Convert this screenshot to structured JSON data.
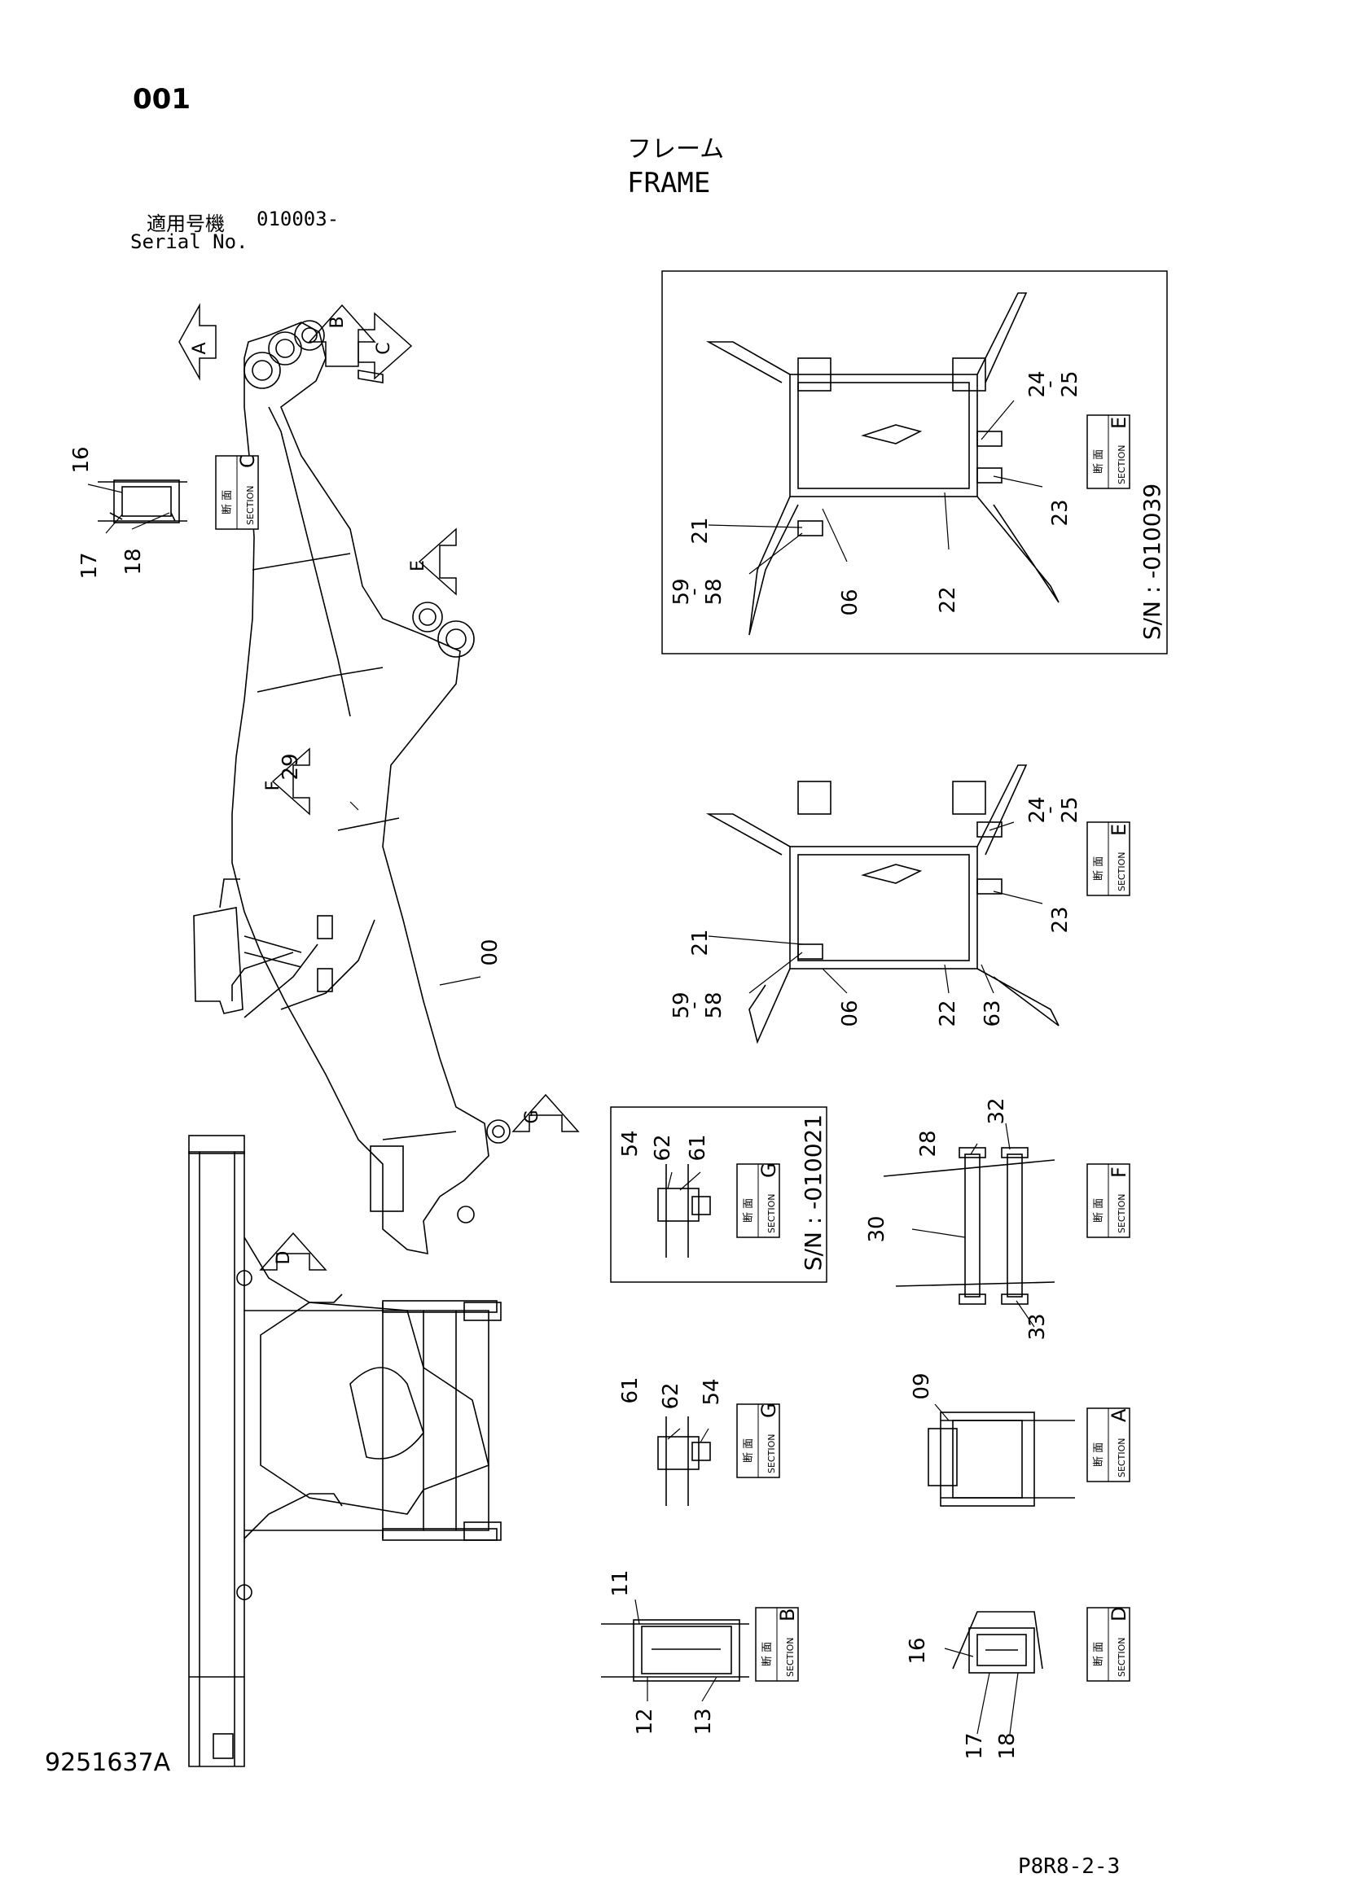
{
  "header": {
    "page_number": "001",
    "title_jp": "フレーム",
    "title_en": "FRAME",
    "serial_label_jp": "適用号機",
    "serial_value": "010003-",
    "serial_label_en": "Serial No."
  },
  "footer": {
    "drawing_number": "9251637A",
    "page_code": "P8R8-2-3"
  },
  "section_tag": {
    "jp": "断 面",
    "en": "SECTION"
  },
  "view_arrows": {
    "a": "A",
    "b": "B",
    "c": "C",
    "d": "D",
    "e": "E",
    "f": "F",
    "g": "G"
  },
  "main_labels": {
    "frame": "00",
    "bracket": "29"
  },
  "section_c": {
    "letter": "C",
    "callouts": [
      "16",
      "17",
      "18"
    ]
  },
  "section_e1": {
    "letter": "E",
    "serial_note": "S/N : -010039",
    "callouts": [
      "24",
      "-",
      "25",
      "21",
      "59",
      "-",
      "58",
      "06",
      "22",
      "23"
    ]
  },
  "section_e2": {
    "letter": "E",
    "callouts": [
      "24",
      "-",
      "25",
      "21",
      "59",
      "-",
      "58",
      "06",
      "22",
      "63",
      "23"
    ]
  },
  "section_g1": {
    "letter": "G",
    "serial_note": "S/N : -010021",
    "callouts": [
      "54",
      "62",
      "61"
    ]
  },
  "section_f": {
    "letter": "F",
    "callouts": [
      "28",
      "32",
      "30",
      "33"
    ]
  },
  "section_g2": {
    "letter": "G",
    "callouts": [
      "61",
      "62",
      "54"
    ]
  },
  "section_a": {
    "letter": "A",
    "callouts": [
      "09"
    ]
  },
  "section_b": {
    "letter": "B",
    "callouts": [
      "11",
      "12",
      "13"
    ]
  },
  "section_d": {
    "letter": "D",
    "callouts": [
      "16",
      "17",
      "18"
    ]
  }
}
